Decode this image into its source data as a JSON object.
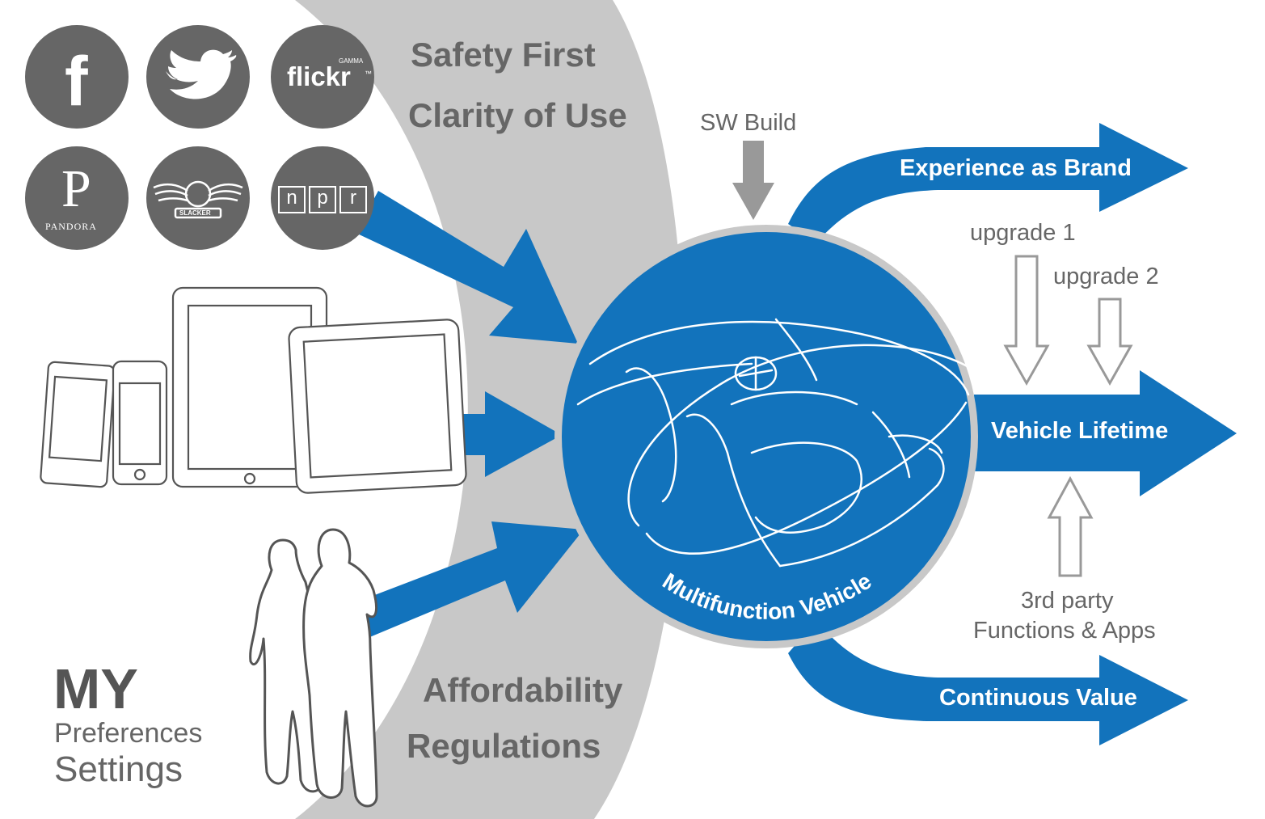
{
  "constraints": {
    "top": [
      "Safety First",
      "Clarity of Use"
    ],
    "bottom": [
      "Affordability",
      "Regulations"
    ]
  },
  "inputs": {
    "services": [
      {
        "name": "Facebook",
        "text": "f",
        "icon": "facebook-icon"
      },
      {
        "name": "Twitter",
        "text": "",
        "icon": "twitter-bird-icon"
      },
      {
        "name": "Flickr",
        "text": "flickr",
        "badge": "GAMMA",
        "mark": "™",
        "icon": "flickr-icon"
      },
      {
        "name": "Pandora",
        "text": "P",
        "sub": "PANDORA",
        "icon": "pandora-icon"
      },
      {
        "name": "Slacker",
        "text": "SLACKER",
        "icon": "slacker-wings-icon"
      },
      {
        "name": "NPR",
        "letters": [
          "n",
          "p",
          "r"
        ],
        "icon": "npr-icon"
      }
    ],
    "devices": [
      "smartphone-icon",
      "iphone-icon",
      "tablet-icon",
      "android-tablet-icon"
    ],
    "people": "people-silhouette-icon"
  },
  "my": {
    "title": "MY",
    "line1": "Preferences",
    "line2": "Settings"
  },
  "sw_build": "SW Build",
  "center": {
    "label": "Multifunction Vehicle",
    "icon": "car-interior-sketch-icon"
  },
  "outputs": {
    "top": "Experience as Brand",
    "middle": "Vehicle Lifetime",
    "bottom": "Continuous Value"
  },
  "upgrades": {
    "first": "upgrade 1",
    "second": "upgrade 2"
  },
  "third_party": {
    "line1": "3rd party",
    "line2": "Functions & Apps"
  },
  "colors": {
    "blue": "#1273BC",
    "gray_band": "#C8C8C8",
    "circle_gray": "#666666",
    "text_gray": "#666666"
  }
}
